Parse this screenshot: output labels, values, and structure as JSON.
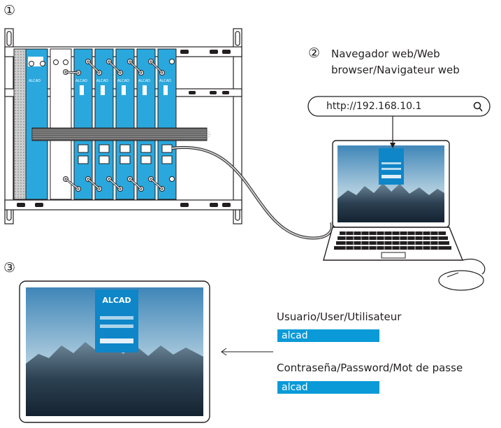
{
  "steps": {
    "one": "①",
    "two": "②",
    "three": "③"
  },
  "browser": {
    "caption_line1": "Navegador web/Web",
    "caption_line2": "browser/Navigateur web",
    "url": "http://192.168.10.1"
  },
  "login": {
    "brand": "ALCAD",
    "user_label": "Usuario/User/Utilisateur",
    "user_value": "alcad",
    "password_label": "Contraseña/Password/Mot de passe",
    "password_value": "alcad"
  },
  "colors": {
    "accent": "#0a9ad7",
    "module": "#2aa8dd",
    "ink": "#231f20",
    "panel": "#0e86c8"
  }
}
